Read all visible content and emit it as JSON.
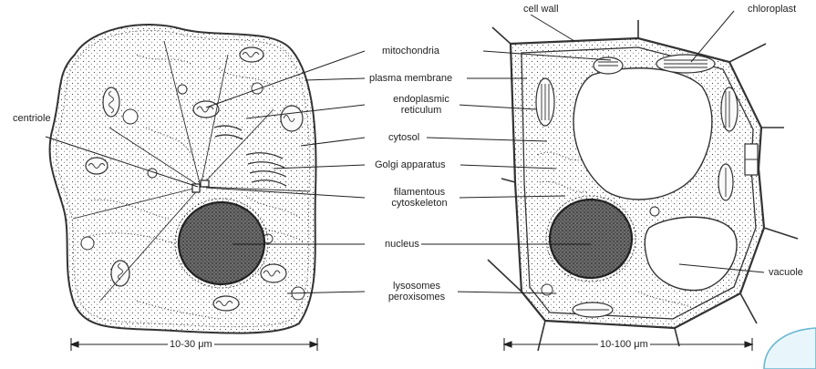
{
  "labels": {
    "centriole": "centriole",
    "mitochondria": "mitochondria",
    "plasma_membrane": "plasma membrane",
    "endoplasmic_reticulum_1": "endoplasmic",
    "endoplasmic_reticulum_2": "reticulum",
    "cytosol": "cytosol",
    "golgi_apparatus": "Golgi apparatus",
    "filamentous_cytoskeleton_1": "filamentous",
    "filamentous_cytoskeleton_2": "cytoskeleton",
    "nucleus": "nucleus",
    "lysosomes": "lysosomes",
    "peroxisomes": "peroxisomes",
    "cell_wall": "cell wall",
    "chloroplast": "chloroplast",
    "vacuole": "vacuole"
  },
  "scales": {
    "animal": "10-30 μm",
    "plant": "10-100 μm"
  },
  "colors": {
    "line": "#333333",
    "nucleus_fill": "#5a5a5a",
    "corner_fill": "#e8f6fb",
    "corner_stroke": "#6ab7d3"
  }
}
